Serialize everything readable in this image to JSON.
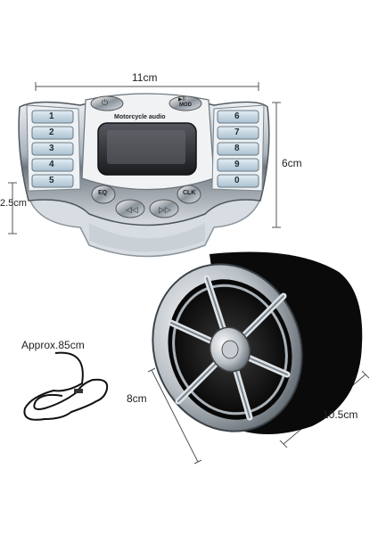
{
  "product": {
    "device_label": "Motorcycle audio",
    "power_symbol": "⏻",
    "play_pause_symbol": "▶II",
    "mode_label": "MOD",
    "eq_label": "EQ",
    "clk_label": "CLK",
    "left_keys": [
      "1",
      "2",
      "3",
      "4",
      "5"
    ],
    "right_keys": [
      "6",
      "7",
      "8",
      "9",
      "0"
    ]
  },
  "dimensions": {
    "width": "11cm",
    "height": "6cm",
    "depth": "2.5cm",
    "speaker_height": "8cm",
    "speaker_length": "10.5cm",
    "cable_length": "Approx.85cm"
  },
  "colors": {
    "chrome_light": "#e8ecef",
    "chrome_dark": "#7d8690",
    "keypad_blue": "#c9dbe6",
    "screen": "#2a2c30",
    "speaker_body": "#111111"
  }
}
